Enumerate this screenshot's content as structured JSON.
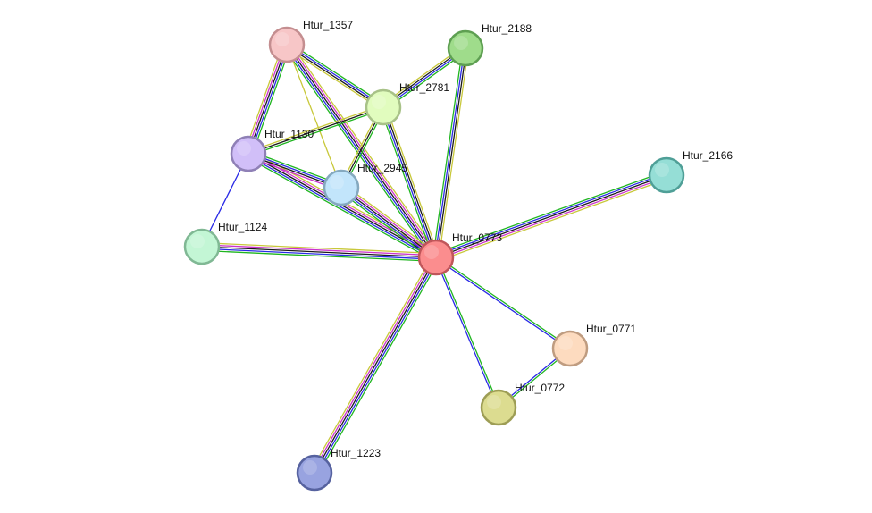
{
  "network": {
    "nodes": [
      {
        "id": "Htur_0773",
        "label": "Htur_0773",
        "color": "#fb8d8e",
        "stroke": "#c0565a"
      },
      {
        "id": "Htur_1357",
        "label": "Htur_1357",
        "color": "#f7c6c7",
        "stroke": "#c48e90"
      },
      {
        "id": "Htur_2188",
        "label": "Htur_2188",
        "color": "#9fdc8b",
        "stroke": "#5e9f52"
      },
      {
        "id": "Htur_2781",
        "label": "Htur_2781",
        "color": "#e1fcbe",
        "stroke": "#a8c288"
      },
      {
        "id": "Htur_1130",
        "label": "Htur_1130",
        "color": "#d1bff8",
        "stroke": "#8f80b6"
      },
      {
        "id": "Htur_2945",
        "label": "Htur_2945",
        "color": "#c2e5fb",
        "stroke": "#85a9bf"
      },
      {
        "id": "Htur_2166",
        "label": "Htur_2166",
        "color": "#95ded6",
        "stroke": "#4f9f97"
      },
      {
        "id": "Htur_1124",
        "label": "Htur_1124",
        "color": "#c3f6d5",
        "stroke": "#80b894"
      },
      {
        "id": "Htur_0771",
        "label": "Htur_0771",
        "color": "#fddbbf",
        "stroke": "#bf9c80"
      },
      {
        "id": "Htur_0772",
        "label": "Htur_0772",
        "color": "#dcdc90",
        "stroke": "#9d9d55"
      },
      {
        "id": "Htur_1223",
        "label": "Htur_1223",
        "color": "#98a3e0",
        "stroke": "#56629f"
      }
    ],
    "edges": [
      {
        "source": "Htur_0773",
        "target": "Htur_1357",
        "evidence": [
          "green",
          "blue",
          "black",
          "magenta",
          "yellow"
        ]
      },
      {
        "source": "Htur_0773",
        "target": "Htur_2188",
        "evidence": [
          "green",
          "blue",
          "black",
          "yellow"
        ]
      },
      {
        "source": "Htur_0773",
        "target": "Htur_2781",
        "evidence": [
          "green",
          "blue",
          "black",
          "yellow"
        ]
      },
      {
        "source": "Htur_0773",
        "target": "Htur_1130",
        "evidence": [
          "green",
          "blue",
          "black",
          "magenta",
          "yellow"
        ]
      },
      {
        "source": "Htur_0773",
        "target": "Htur_2945",
        "evidence": [
          "green",
          "blue",
          "black",
          "magenta",
          "yellow"
        ]
      },
      {
        "source": "Htur_0773",
        "target": "Htur_2166",
        "evidence": [
          "green",
          "blue",
          "black",
          "magenta",
          "yellow"
        ]
      },
      {
        "source": "Htur_0773",
        "target": "Htur_1124",
        "evidence": [
          "green",
          "blue",
          "black",
          "magenta",
          "yellow"
        ]
      },
      {
        "source": "Htur_0773",
        "target": "Htur_0771",
        "evidence": [
          "green",
          "blue"
        ]
      },
      {
        "source": "Htur_0773",
        "target": "Htur_0772",
        "evidence": [
          "green",
          "blue"
        ]
      },
      {
        "source": "Htur_0773",
        "target": "Htur_1223",
        "evidence": [
          "green",
          "blue",
          "black",
          "magenta",
          "yellow"
        ]
      },
      {
        "source": "Htur_1357",
        "target": "Htur_2781",
        "evidence": [
          "green",
          "blue",
          "black",
          "yellow"
        ]
      },
      {
        "source": "Htur_1357",
        "target": "Htur_1130",
        "evidence": [
          "green",
          "blue",
          "black",
          "magenta",
          "yellow"
        ]
      },
      {
        "source": "Htur_1357",
        "target": "Htur_2945",
        "evidence": [
          "yellow"
        ]
      },
      {
        "source": "Htur_2188",
        "target": "Htur_2781",
        "evidence": [
          "green",
          "blue",
          "black",
          "yellow"
        ]
      },
      {
        "source": "Htur_2781",
        "target": "Htur_1130",
        "evidence": [
          "green",
          "black",
          "yellow"
        ]
      },
      {
        "source": "Htur_2781",
        "target": "Htur_2945",
        "evidence": [
          "green",
          "black",
          "yellow"
        ]
      },
      {
        "source": "Htur_1130",
        "target": "Htur_2945",
        "evidence": [
          "green",
          "blue",
          "black",
          "magenta"
        ]
      },
      {
        "source": "Htur_1130",
        "target": "Htur_1124",
        "evidence": [
          "blue"
        ]
      },
      {
        "source": "Htur_0771",
        "target": "Htur_0772",
        "evidence": [
          "green",
          "blue"
        ]
      }
    ],
    "evidence_colors": {
      "green": "#1fb51f",
      "blue": "#2a2ae6",
      "black": "#1a1a1a",
      "magenta": "#cc33cc",
      "yellow": "#c8c83a"
    }
  }
}
